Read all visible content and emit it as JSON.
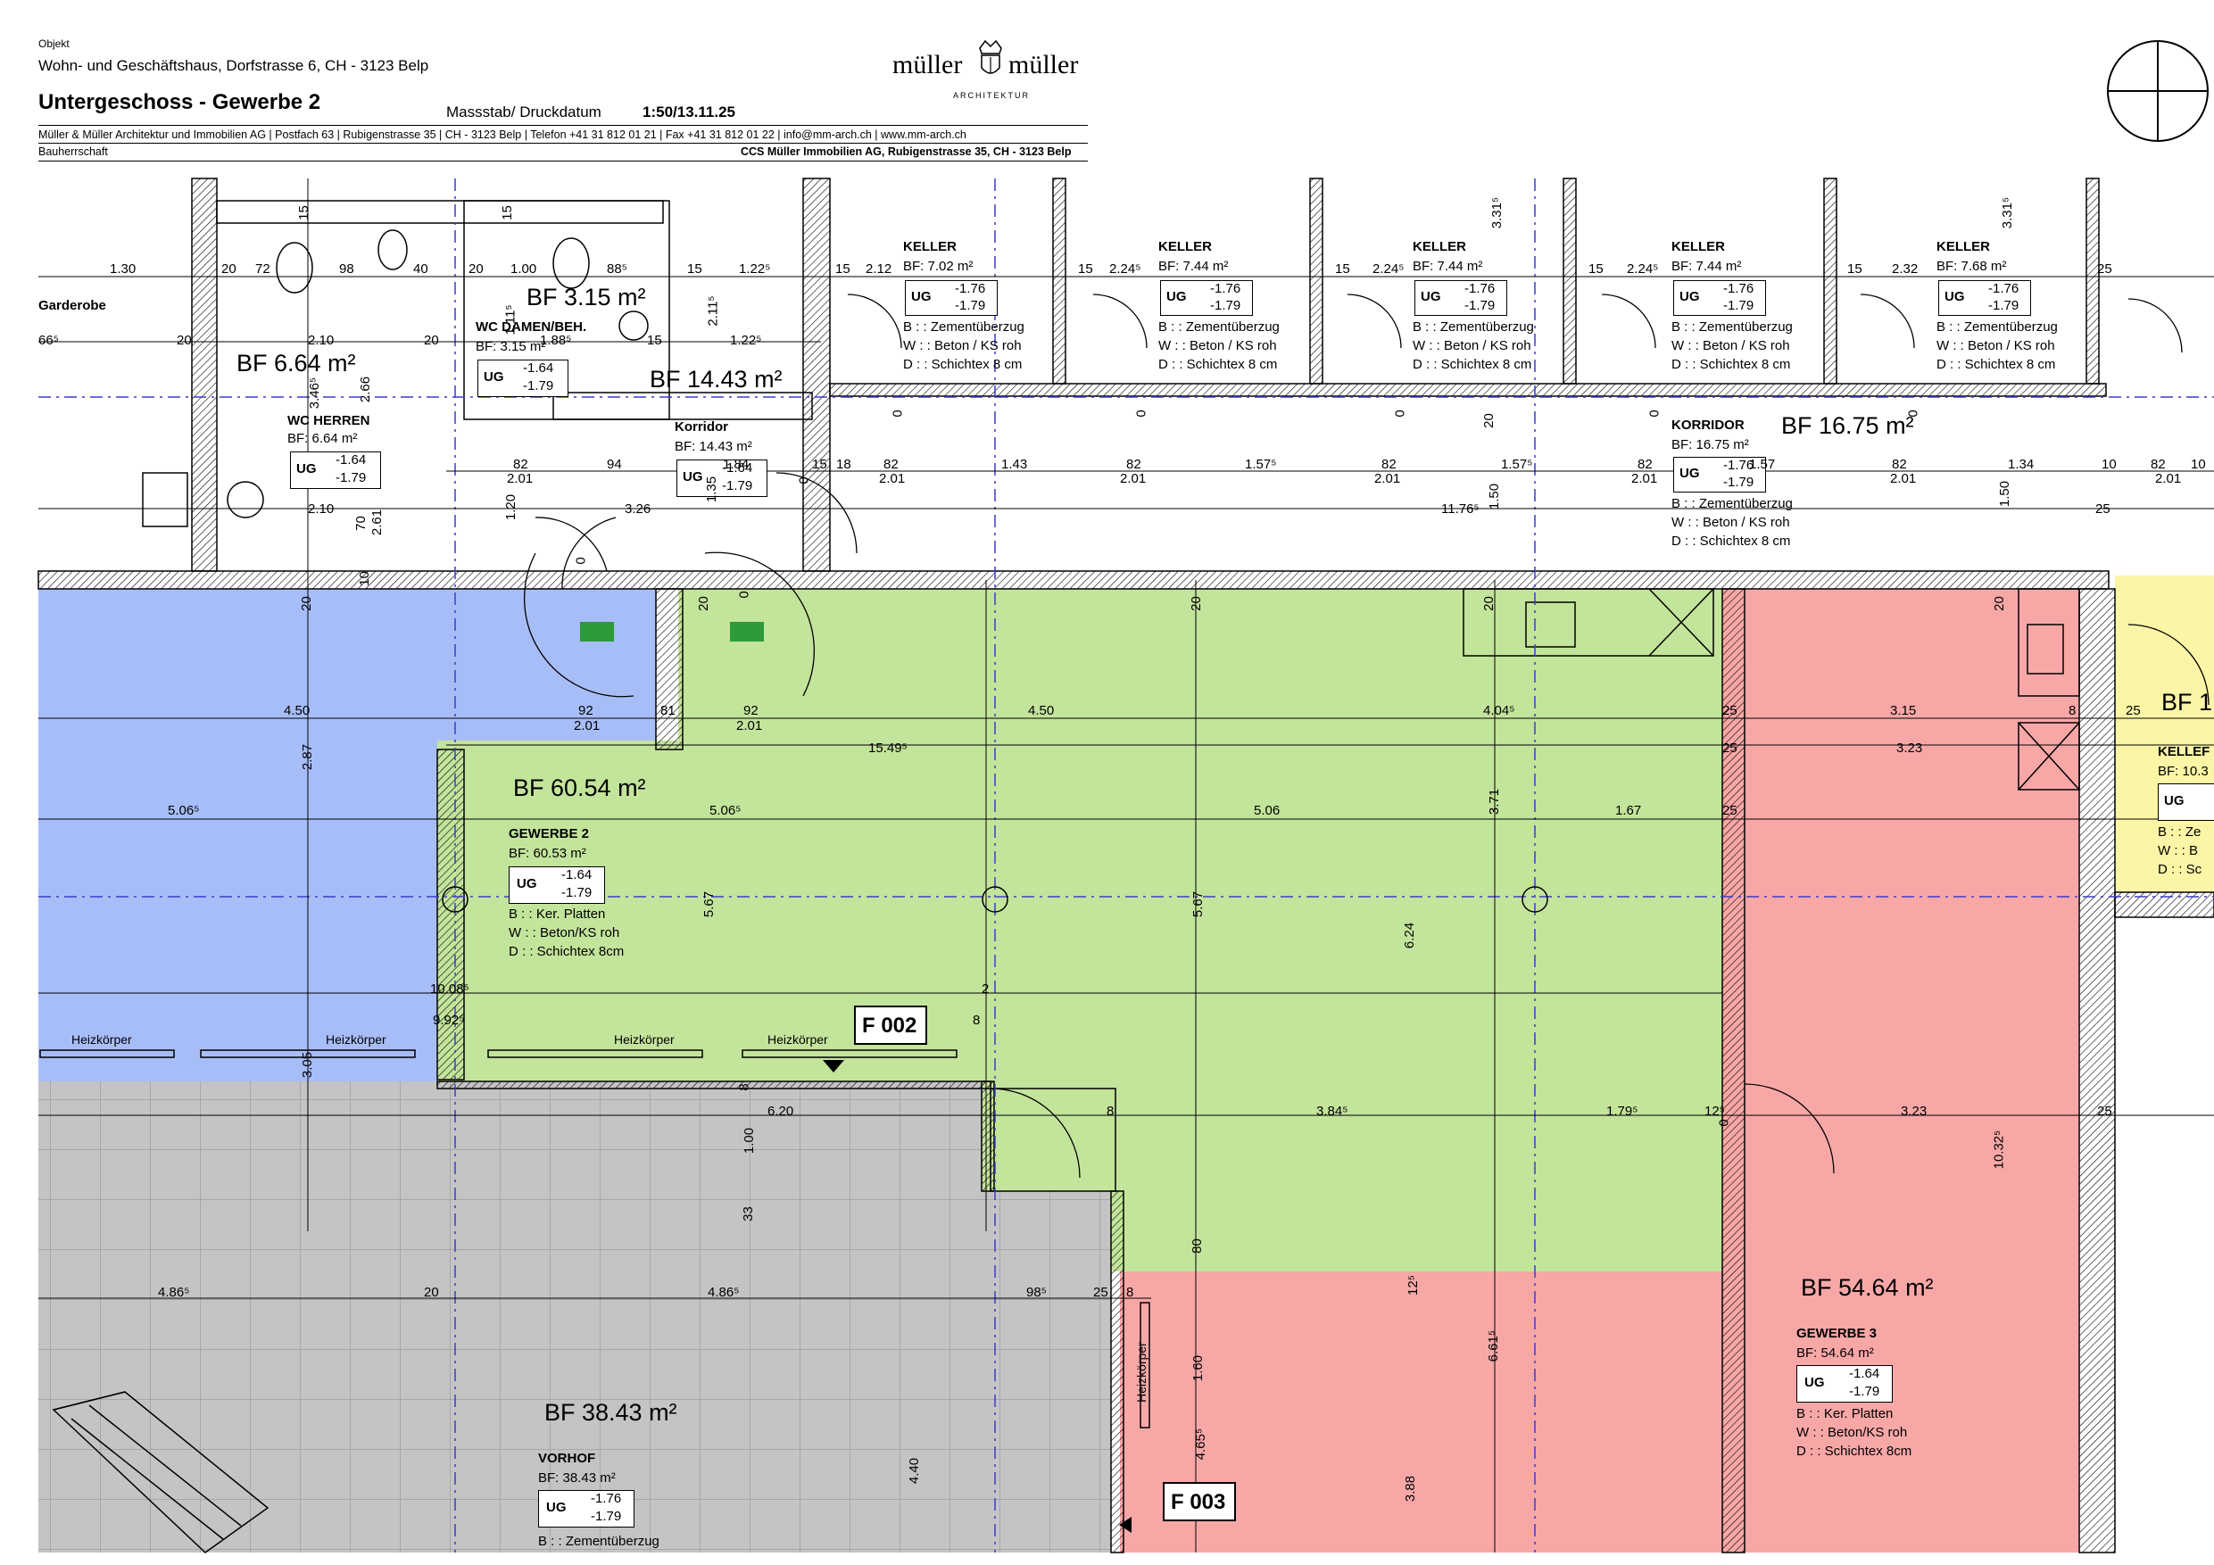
{
  "header": {
    "objekt_label": "Objekt",
    "address": "Wohn- und Geschäftshaus, Dorfstrasse 6, CH - 3123 Belp",
    "title": "Untergeschoss - Gewerbe 2",
    "scale_label": "Massstab/ Druckdatum",
    "scale_value": "1:50/13.11.25",
    "firm_line": "Müller & Müller Architektur und Immobilien AG | Postfach 63 | Rubigenstrasse 35 | CH - 3123 Belp | Telefon +41 31 812 01 21 | Fax +41 31 812 01 22 | info@mm-arch.ch | www.mm-arch.ch",
    "bauherr_label": "Bauherrschaft",
    "bauherr_value": "CCS Müller Immobilien AG, Rubigenstrasse 35, CH - 3123 Belp",
    "logo_left": "müller",
    "logo_right": "müller",
    "logo_sub": "ARCHITEKTUR"
  },
  "colors": {
    "blue": "#a7bdf7",
    "green": "#c3e49b",
    "red": "#f8a7a7",
    "grey": "#c4c4c4",
    "yellow": "#fbf5a6",
    "dash": "#3c3cc8"
  },
  "rooms": {
    "garderobe": {
      "name": "Garderobe"
    },
    "bf_664": {
      "bf": "BF 6.64 m²"
    },
    "wc_herren": {
      "name": "WC HERREN",
      "bf": "BF: 6.64 m²",
      "ug": "UG",
      "top": "-1.64",
      "bottom": "-1.79"
    },
    "bf_315": {
      "bf": "BF 3.15 m²"
    },
    "wc_damen": {
      "name": "WC DAMEN/BEH.",
      "bf": "BF: 3.15 m²",
      "ug": "UG",
      "top": "-1.64",
      "bottom": "-1.79"
    },
    "bf_1443": {
      "bf": "BF 14.43 m²"
    },
    "korridor_1": {
      "name": "Korridor",
      "bf": "BF: 14.43 m²",
      "ug": "UG",
      "top": "-1.64",
      "bottom": "-1.79"
    },
    "keller": [
      {
        "name": "KELLER",
        "bf": "BF: 7.02 m²",
        "ug": "UG",
        "top": "-1.76",
        "bottom": "-1.79",
        "b": "B : :  Zementüberzug",
        "w": "W :  :  Beton / KS roh",
        "d": "D  :  : Schichtex 8 cm"
      },
      {
        "name": "KELLER",
        "bf": "BF: 7.44 m²",
        "ug": "UG",
        "top": "-1.76",
        "bottom": "-1.79",
        "b": "B : :  Zementüberzug",
        "w": "W :  :  Beton / KS roh",
        "d": "D  :  : Schichtex 8 cm"
      },
      {
        "name": "KELLER",
        "bf": "BF: 7.44 m²",
        "ug": "UG",
        "top": "-1.76",
        "bottom": "-1.79",
        "b": "B : :  Zementüberzug",
        "w": "W :  :  Beton / KS roh",
        "d": "D  :  : Schichtex 8 cm"
      },
      {
        "name": "KELLER",
        "bf": "BF: 7.44 m²",
        "ug": "UG",
        "top": "-1.76",
        "bottom": "-1.79",
        "b": "B : :  Zementüberzug",
        "w": "W :  :  Beton / KS roh",
        "d": "D  :  : Schichtex 8 cm"
      },
      {
        "name": "KELLER",
        "bf": "BF: 7.68 m²",
        "ug": "UG",
        "top": "-1.76",
        "bottom": "-1.79",
        "b": "B : :  Zementüberzug",
        "w": "W :  :  Beton / KS roh",
        "d": "D  :  : Schichtex 8 cm"
      }
    ],
    "korridor_2": {
      "name": "KORRIDOR",
      "bf_big": "BF 16.75 m²",
      "bf": "BF: 16.75 m²",
      "ug": "UG",
      "top": "-1.76",
      "bottom": "-1.79",
      "b": "B : :  Zementüberzug",
      "w": "W :  :  Beton / KS roh",
      "d": "D  :  : Schichtex 8 cm"
    },
    "gewerbe_2": {
      "bf_big": "BF  60.54 m²",
      "name": "GEWERBE 2",
      "bf": "BF:  60.53 m²",
      "ug": "UG",
      "top": "-1.64",
      "bottom": "-1.79",
      "b": "B :  :      Ker. Platten",
      "w": "W  :  :  Beton/KS roh",
      "d": "D  :  : Schichtex 8cm"
    },
    "gewerbe_3": {
      "bf_big": "BF  54.64 m²",
      "name": "GEWERBE 3",
      "bf": "BF:  54.64 m²",
      "ug": "UG",
      "top": "-1.64",
      "bottom": "-1.79",
      "b": "B :  :      Ker. Platten",
      "w": "W  :  :  Beton/KS roh",
      "d": "D  :  :  Schichtex 8cm"
    },
    "vorhof": {
      "bf_big": "BF 38.43 m²",
      "name": "VORHOF",
      "bf": "BF:  38.43 m²",
      "ug": "UG",
      "top": "-1.76",
      "bottom": "-1.79",
      "b": "B :  : Zementüberzug"
    },
    "keller_right": {
      "bf_big": "BF 1",
      "name": "KELLEF",
      "bf": "BF:  10.3",
      "ug": "UG",
      "b": "B :  :  Ze",
      "w": "W :  :  B",
      "d": "D  :  : Sc"
    }
  },
  "markers": {
    "f002": "F 002",
    "f003": "F 003"
  },
  "heizkoerper": [
    "Heizkörper",
    "Heizkörper",
    "Heizkörper",
    "Heizkörper",
    "Heizkörper"
  ],
  "dimensions": {
    "top_row": [
      "1.30",
      "20",
      "72",
      "98",
      "40",
      "20",
      "1.00",
      "88⁵",
      "15",
      "1.22⁵",
      "15",
      "2.12",
      "15",
      "2.24⁵",
      "15",
      "2.24⁵",
      "15",
      "2.24⁵",
      "15",
      "2.32",
      "25"
    ],
    "row_2": [
      "66⁵",
      "20",
      "2.10",
      "20",
      "1.88⁵",
      "15",
      "1.22⁵"
    ],
    "row_3": [
      "82",
      "94",
      "1.84",
      "15",
      "18",
      "82",
      "1.43",
      "82",
      "1.57⁵",
      "82",
      "1.57⁵",
      "82",
      "1.57",
      "82",
      "1.34",
      "10",
      "82",
      "10"
    ],
    "row_3b": [
      "2.01",
      "2.01",
      "2.01",
      "2.01",
      "2.01",
      "2.01",
      "2.01"
    ],
    "row_4": [
      "2.10",
      "3.26",
      "11.76⁵",
      "25"
    ],
    "green_row1": [
      "4.50",
      "92",
      "81",
      "92",
      "4.50",
      "4.04⁵",
      "25",
      "3.15",
      "8",
      "25"
    ],
    "green_row1b": [
      "2.01",
      "2.01",
      "15.49⁵",
      "25",
      "3.23"
    ],
    "green_row2": [
      "5.06⁵",
      "5.06⁵",
      "5.06",
      "1.67",
      "25"
    ],
    "green_row3": [
      "10.08⁵",
      "9.92⁵",
      "2",
      "8"
    ],
    "green_row4": [
      "6.20",
      "8",
      "3.84⁵",
      "1.79⁵",
      "12⁵",
      "3.23",
      "25"
    ],
    "bottom_row": [
      "4.86⁵",
      "20",
      "4.86⁵",
      "98⁵",
      "25",
      "8"
    ],
    "vertical": [
      "15",
      "15",
      "2.11⁵",
      "3.31⁵",
      "3.31⁵",
      "1.11⁵",
      "3.46⁵",
      "2.66",
      "2.61",
      "1.35",
      "1.20",
      "1.50",
      "1.50",
      "70",
      "10",
      "20",
      "20",
      "20",
      "20",
      "20",
      "20",
      "2.87",
      "5.67",
      "5.67",
      "3.71",
      "6.24",
      "3.05",
      "1.00",
      "33",
      "80",
      "10.32⁵",
      "12⁵",
      "6.61⁵",
      "1.60",
      "4.65⁵",
      "4.40",
      "3.88",
      "0",
      "0",
      "0",
      "0",
      "0",
      "0",
      "0",
      "0",
      "0",
      "8"
    ]
  }
}
